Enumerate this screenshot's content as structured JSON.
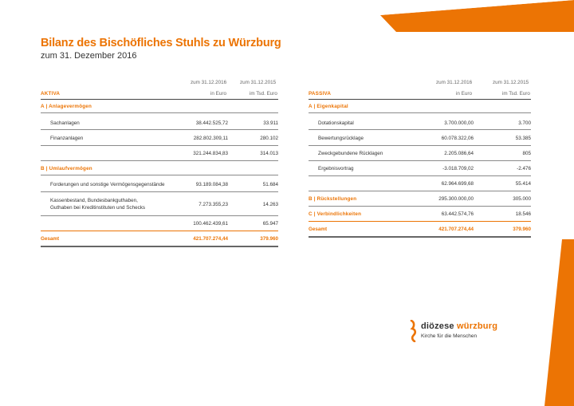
{
  "title": "Bilanz des Bischöfliches Stuhls zu Würzburg",
  "subtitle": "zum 31. Dezember 2016",
  "colors": {
    "accent": "#ec7404",
    "text": "#333333"
  },
  "aktiva": {
    "heading": "AKTIVA",
    "col1_date": "zum 31.12.2016",
    "col2_date": "zum 31.12.2015",
    "col1_unit": "in Euro",
    "col2_unit": "im Tsd. Euro",
    "section_a": "A | Anlagevermögen",
    "rows_a": [
      {
        "label": "Sachanlagen",
        "v1": "38.442.525,72",
        "v2": "33.911"
      },
      {
        "label": "Finanzanlagen",
        "v1": "282.802.309,11",
        "v2": "280.102"
      }
    ],
    "subtotal_a": {
      "v1": "321.244.834,83",
      "v2": "314.013"
    },
    "section_b": "B | Umlaufvermögen",
    "rows_b": [
      {
        "label": "Forderungen und sonstige Vermögensgegenstände",
        "v1": "93.189.084,38",
        "v2": "51.684"
      },
      {
        "label": "Kassenbestand, Bundesbankguthaben,",
        "label2": "Guthaben bei Kreditinstituten und Schecks",
        "v1": "7.273.355,23",
        "v2": "14.263"
      }
    ],
    "subtotal_b": {
      "v1": "100.462.439,61",
      "v2": "65.947"
    },
    "total": {
      "label": "Gesamt",
      "v1": "421.707.274,44",
      "v2": "379.960"
    }
  },
  "passiva": {
    "heading": "PASSIVA",
    "col1_date": "zum 31.12.2016",
    "col2_date": "zum 31.12.2015",
    "col1_unit": "in Euro",
    "col2_unit": "im Tsd. Euro",
    "section_a": "A | Eigenkapital",
    "rows_a": [
      {
        "label": "Dotationskapital",
        "v1": "3.700.000,00",
        "v2": "3.700"
      },
      {
        "label": "Bewertungsrücklage",
        "v1": "60.078.322,06",
        "v2": "53.385"
      },
      {
        "label": "Zweckgebundene Rücklagen",
        "v1": "2.205.086,64",
        "v2": "805"
      },
      {
        "label": "Ergebnisvortrag",
        "v1": "-3.018.709,02",
        "v2": "-2.476"
      }
    ],
    "subtotal_a": {
      "v1": "62.964.699,68",
      "v2": "55.414"
    },
    "section_b": {
      "label": "B | Rückstellungen",
      "v1": "295.300.000,00",
      "v2": "305.000"
    },
    "section_c": {
      "label": "C | Verbindlichkeiten",
      "v1": "63.442.574,76",
      "v2": "18.546"
    },
    "total": {
      "label": "Gesamt",
      "v1": "421.707.274,44",
      "v2": "379.960"
    }
  },
  "logo": {
    "name_part1": "diözese",
    "name_part2": "würzburg",
    "tagline": "Kirche für die Menschen"
  }
}
